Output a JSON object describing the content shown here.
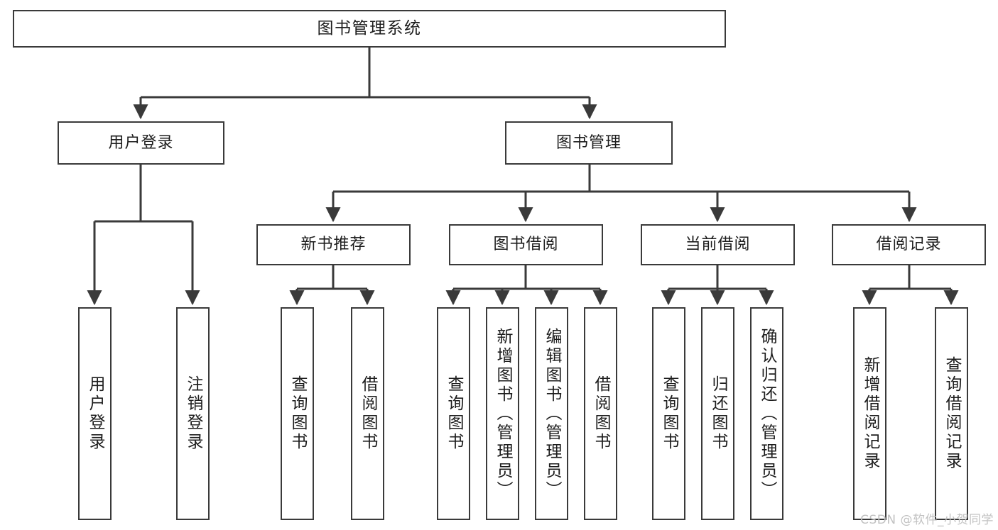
{
  "diagram": {
    "type": "tree",
    "title": "图书管理系统",
    "style": {
      "box_border_color": "#3a3a3a",
      "box_fill_color": "#ffffff",
      "edge_color": "#3a3a3a",
      "text_color": "#1d1d1d",
      "background_color": "#ffffff"
    },
    "nodes": {
      "root": {
        "label": "图书管理系统"
      },
      "level2": [
        {
          "id": "user-login",
          "label": "用户登录"
        },
        {
          "id": "book-manage",
          "label": "图书管理"
        }
      ],
      "level3": [
        {
          "id": "new-book-rec",
          "label": "新书推荐"
        },
        {
          "id": "book-borrow",
          "label": "图书借阅"
        },
        {
          "id": "current-borrow",
          "label": "当前借阅"
        },
        {
          "id": "borrow-record",
          "label": "借阅记录"
        }
      ],
      "leaves": {
        "user_login": [
          {
            "id": "leaf-user-login",
            "label": "用户登录"
          },
          {
            "id": "leaf-logout",
            "label": "注销登录"
          }
        ],
        "new_book_rec": [
          {
            "id": "leaf-query-book-1",
            "label": "查询图书"
          },
          {
            "id": "leaf-borrow-book-1",
            "label": "借阅图书"
          }
        ],
        "book_borrow": [
          {
            "id": "leaf-query-book-2",
            "label": "查询图书"
          },
          {
            "id": "leaf-add-book",
            "label": "新增图书（管理员）"
          },
          {
            "id": "leaf-edit-book",
            "label": "编辑图书（管理员）"
          },
          {
            "id": "leaf-borrow-book-2",
            "label": "借阅图书"
          }
        ],
        "current_borrow": [
          {
            "id": "leaf-query-book-3",
            "label": "查询图书"
          },
          {
            "id": "leaf-return-book",
            "label": "归还图书"
          },
          {
            "id": "leaf-confirm-return",
            "label": "确认归还（管理员）"
          }
        ],
        "borrow_record": [
          {
            "id": "leaf-add-record",
            "label": "新增借阅记录"
          },
          {
            "id": "leaf-query-record",
            "label": "查询借阅记录"
          }
        ]
      }
    }
  },
  "watermark": {
    "text": "CSDN @软件_小贺同学"
  }
}
